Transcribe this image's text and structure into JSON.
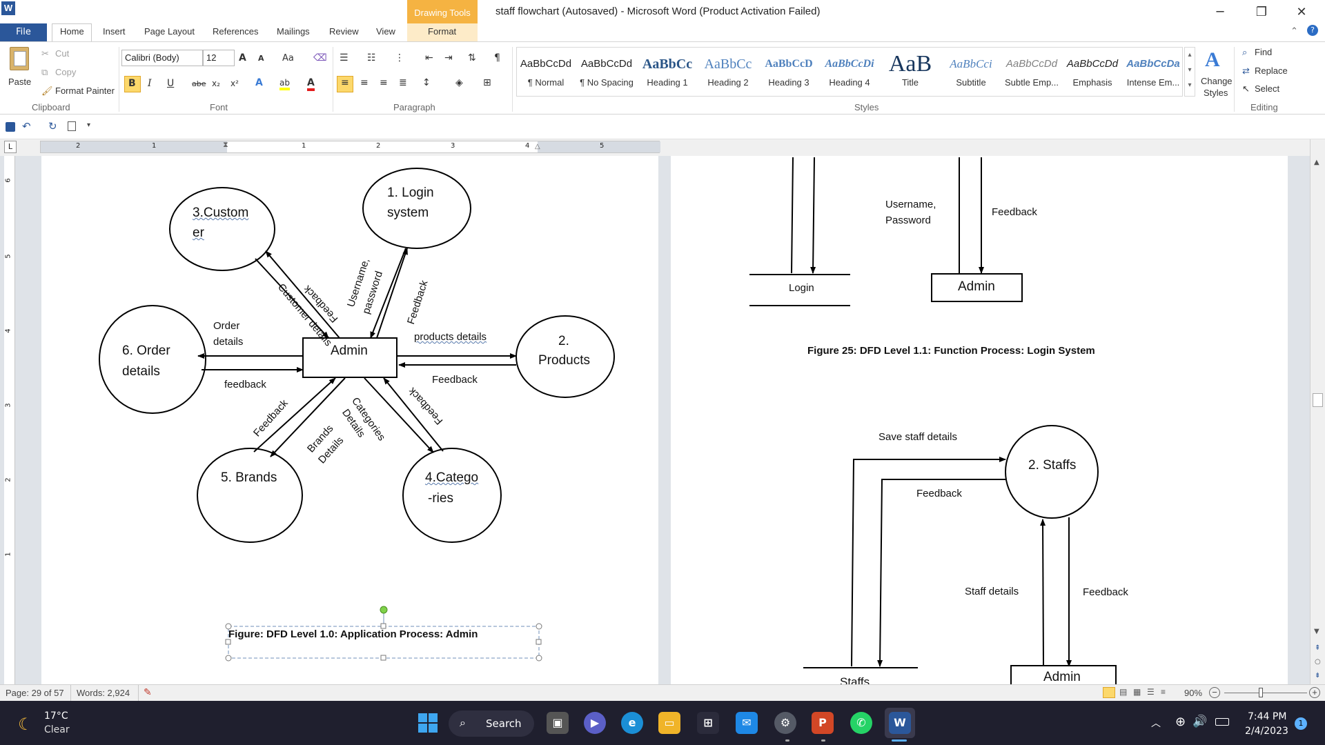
{
  "window": {
    "app_letter": "W",
    "contextual_tab_group": "Drawing Tools",
    "title": "staff flowchart (Autosaved)  -  Microsoft Word (Product Activation Failed)",
    "minimize": "─",
    "restore": "❐",
    "close": "✕"
  },
  "tabs": {
    "file": "File",
    "home": "Home",
    "insert": "Insert",
    "page_layout": "Page Layout",
    "references": "References",
    "mailings": "Mailings",
    "review": "Review",
    "view": "View",
    "format": "Format"
  },
  "clipboard": {
    "paste": "Paste",
    "cut": "Cut",
    "copy": "Copy",
    "format_painter": "Format Painter",
    "label": "Clipboard"
  },
  "font": {
    "family": "Calibri (Body)",
    "size": "12",
    "label": "Font",
    "bold": "B",
    "italic": "I",
    "underline": "U",
    "strike": "abe",
    "subscript": "x₂",
    "superscript": "x²",
    "grow": "A",
    "shrink": "A",
    "change_case": "Aa",
    "font_color": "A",
    "highlight": "ab"
  },
  "paragraph": {
    "label": "Paragraph",
    "pilcrow": "¶"
  },
  "styles": {
    "label": "Styles",
    "items": [
      {
        "preview": "AaBbCcDd",
        "name": "¶ Normal"
      },
      {
        "preview": "AaBbCcDd",
        "name": "¶ No Spacing"
      },
      {
        "preview": "AaBbCc",
        "name": "Heading 1"
      },
      {
        "preview": "AaBbCc",
        "name": "Heading 2"
      },
      {
        "preview": "AaBbCcD",
        "name": "Heading 3"
      },
      {
        "preview": "AaBbCcDi",
        "name": "Heading 4"
      },
      {
        "preview": "AaB",
        "name": "Title"
      },
      {
        "preview": "AaBbCci",
        "name": "Subtitle"
      },
      {
        "preview": "AaBbCcDd",
        "name": "Subtle Emp..."
      },
      {
        "preview": "AaBbCcDd",
        "name": "Emphasis"
      },
      {
        "preview": "AaBbCcDa",
        "name": "Intense Em..."
      }
    ],
    "change_styles_line1": "Change",
    "change_styles_line2": "Styles"
  },
  "editing": {
    "find": "Find",
    "replace": "Replace",
    "select": "Select",
    "label": "Editing"
  },
  "ruler": {
    "corner": "L",
    "h_numbers": [
      "2",
      "1",
      "1",
      "2",
      "3",
      "4",
      "5"
    ],
    "v_numbers": [
      "6",
      "5",
      "4",
      "3",
      "2",
      "1"
    ]
  },
  "left_page": {
    "nodes": {
      "customer_l1": "3.Custom",
      "customer_l2": "er",
      "login_l1": "1. Login",
      "login_l2": "system",
      "order_l1": "6. Order",
      "order_l2": "details",
      "products_l1": "2.",
      "products_l2": "Products",
      "brands": "5. Brands",
      "categories_l1": "4.Catego",
      "categories_l2": "-ries",
      "admin": "Admin"
    },
    "labels": {
      "customer_details": "Customer details",
      "feedback_customer": "Feedback",
      "username_l1": "Username,",
      "username_l2": "password",
      "feedback_login": "Feedback",
      "order_details_l1": "Order",
      "order_details_l2": "details",
      "feedback_order": "feedback",
      "products_details": "products details",
      "feedback_products": "Feedback",
      "feedback_brands": "Feedback",
      "brands_details_l1": "Brands",
      "brands_details_l2": "Details",
      "categories_details_l1": "Categories",
      "categories_details_l2": "Details",
      "feedback_categories": "Feedback"
    },
    "caption": "Figure: DFD Level 1.0: Application Process: Admin"
  },
  "right_page": {
    "username_l1": "Username,",
    "username_l2": "Password",
    "feedback_top": "Feedback",
    "login_store": "Login",
    "admin_top": "Admin",
    "caption_25": "Figure 25: DFD Level 1.1: Function Process: Login System",
    "save_staff_details": "Save staff details",
    "feedback_staff_top": "Feedback",
    "staffs_node": "2. Staffs",
    "staff_details": "Staff details",
    "feedback_staff_right": "Feedback",
    "staffs_store": "Staffs",
    "admin_bottom": "Admin"
  },
  "status": {
    "page": "Page: 29 of 57",
    "words": "Words: 2,924",
    "zoom": "90%"
  },
  "taskbar": {
    "temp": "17°C",
    "weather": "Clear",
    "search": "Search",
    "time": "7:44 PM",
    "date": "2/4/2023",
    "notifications": "1"
  }
}
